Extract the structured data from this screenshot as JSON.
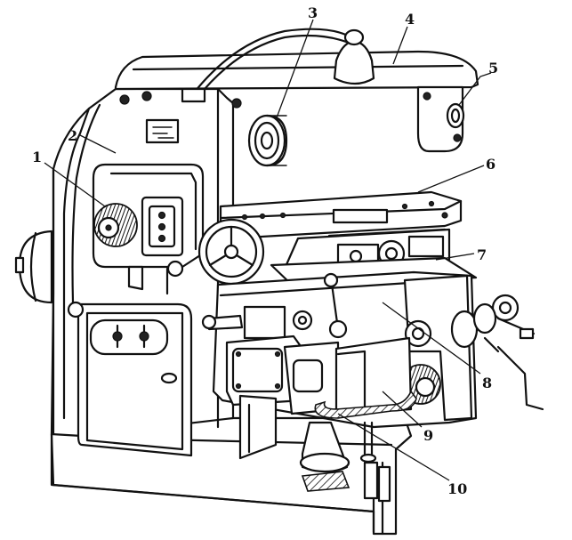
{
  "callouts": [
    {
      "id": "c1",
      "label": "1"
    },
    {
      "id": "c2",
      "label": "2"
    },
    {
      "id": "c3",
      "label": "3"
    },
    {
      "id": "c4",
      "label": "4"
    },
    {
      "id": "c5",
      "label": "5"
    },
    {
      "id": "c6",
      "label": "6"
    },
    {
      "id": "c7",
      "label": "7"
    },
    {
      "id": "c8",
      "label": "8"
    },
    {
      "id": "c9",
      "label": "9"
    },
    {
      "id": "c10",
      "label": "10"
    }
  ]
}
